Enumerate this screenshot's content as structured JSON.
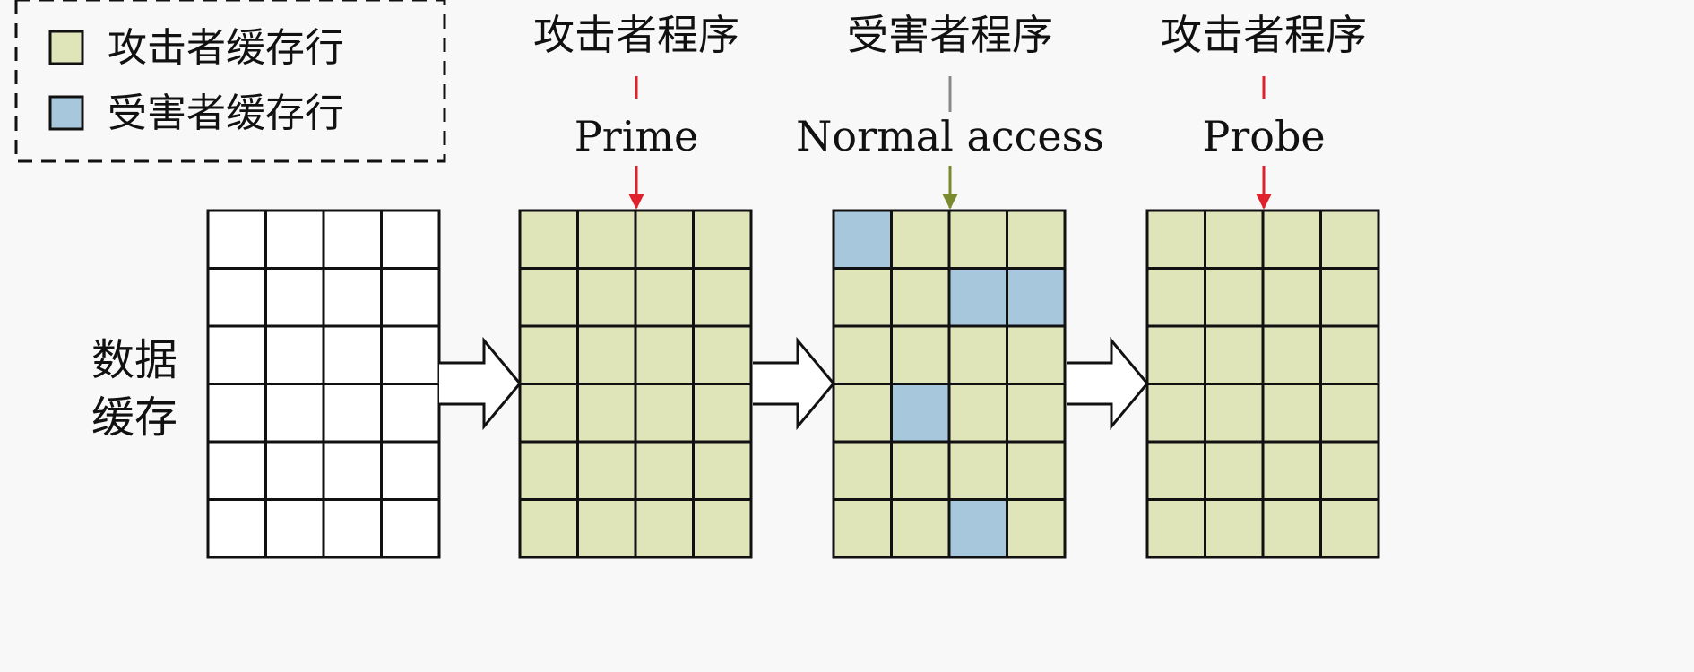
{
  "legend": {
    "items": [
      {
        "label": "攻击者缓存行",
        "color": "#dfe4b9"
      },
      {
        "label": "受害者缓存行",
        "color": "#a7c7dc"
      }
    ]
  },
  "cache_label": "数据\n缓存",
  "stages": [
    {
      "program": "攻击者程序",
      "action": "Prime",
      "arrow_color": "#e0212b",
      "grid": [
        [
          "A",
          "A",
          "A",
          "A"
        ],
        [
          "A",
          "A",
          "A",
          "A"
        ],
        [
          "A",
          "A",
          "A",
          "A"
        ],
        [
          "A",
          "A",
          "A",
          "A"
        ],
        [
          "A",
          "A",
          "A",
          "A"
        ],
        [
          "A",
          "A",
          "A",
          "A"
        ]
      ]
    },
    {
      "program": "受害者程序",
      "action": "Normal access",
      "arrow_color": "#7a8a2e",
      "grid": [
        [
          "V",
          "A",
          "A",
          "A"
        ],
        [
          "A",
          "A",
          "V",
          "V"
        ],
        [
          "A",
          "A",
          "A",
          "A"
        ],
        [
          "A",
          "V",
          "A",
          "A"
        ],
        [
          "A",
          "A",
          "A",
          "A"
        ],
        [
          "A",
          "A",
          "V",
          "A"
        ]
      ]
    },
    {
      "program": "攻击者程序",
      "action": "Probe",
      "arrow_color": "#e0212b",
      "grid": [
        [
          "A",
          "A",
          "A",
          "A"
        ],
        [
          "A",
          "A",
          "A",
          "A"
        ],
        [
          "A",
          "A",
          "A",
          "A"
        ],
        [
          "A",
          "A",
          "A",
          "A"
        ],
        [
          "A",
          "A",
          "A",
          "A"
        ],
        [
          "A",
          "A",
          "A",
          "A"
        ]
      ]
    }
  ],
  "initial_grid": [
    [
      "E",
      "E",
      "E",
      "E"
    ],
    [
      "E",
      "E",
      "E",
      "E"
    ],
    [
      "E",
      "E",
      "E",
      "E"
    ],
    [
      "E",
      "E",
      "E",
      "E"
    ],
    [
      "E",
      "E",
      "E",
      "E"
    ],
    [
      "E",
      "E",
      "E",
      "E"
    ]
  ],
  "colors": {
    "attacker": "#dfe4b9",
    "victim": "#a7c7dc",
    "empty": "#ffffff",
    "outline": "#111111"
  }
}
